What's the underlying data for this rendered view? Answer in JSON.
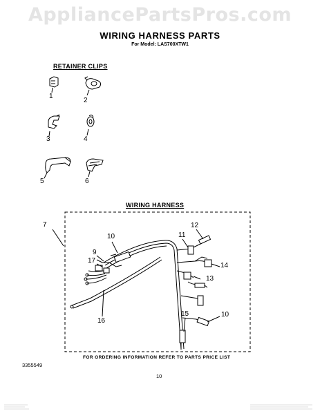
{
  "watermark": "AppliancePartsPros.com",
  "title": "WIRING HARNESS PARTS",
  "subtitle": "For Model: LAS700XTW1",
  "retainer_clips": {
    "heading": "RETAINER CLIPS",
    "callouts": [
      "1",
      "2",
      "3",
      "4",
      "5",
      "6"
    ]
  },
  "wiring_harness": {
    "heading": "WIRING HARNESS",
    "callouts": {
      "c7": "7",
      "c10a": "10",
      "c9": "9",
      "c17": "17",
      "c11": "11",
      "c12": "12",
      "c14": "14",
      "c13": "13",
      "c16": "16",
      "c15": "15",
      "c10b": "10"
    }
  },
  "footer": {
    "note": "FOR ORDERING INFORMATION REFER TO PARTS PRICE LIST",
    "part_number": "3355549",
    "page": "10"
  }
}
